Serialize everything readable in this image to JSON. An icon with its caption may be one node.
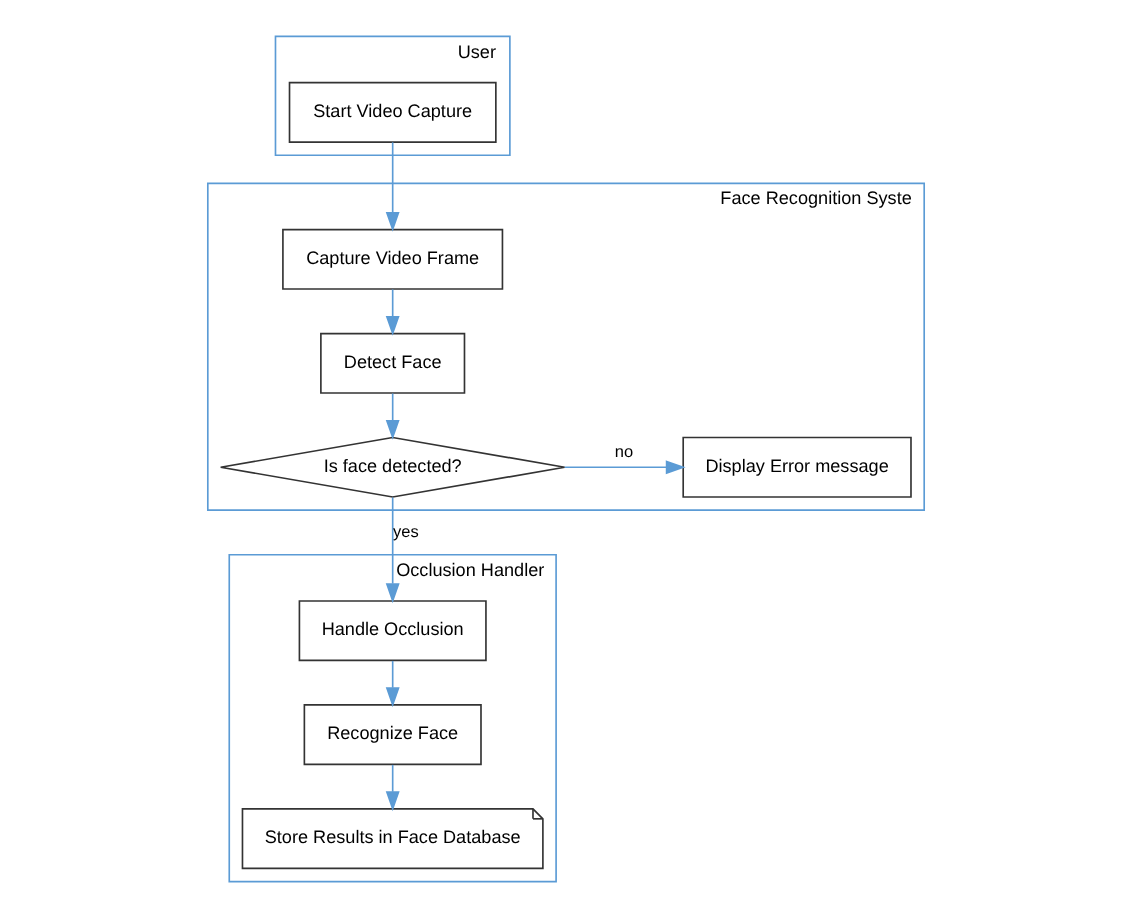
{
  "diagram": {
    "nodes": [
      {
        "text": [
          "User"
        ]
      },
      {
        "text": [
          "Start Video Capture"
        ],
        "in": 0
      },
      {
        "text": [
          "Face Recognition Syste"
        ]
      },
      {
        "text": [
          "Capture Video Frame"
        ],
        "in": 2
      },
      {
        "text": [
          "Detect Face"
        ],
        "in": 2
      },
      {
        "text": [
          "Is face detected?"
        ],
        "in": 2
      },
      {
        "text": [
          "Display Error message"
        ],
        "in": 2
      },
      {
        "text": [
          "Occlusion Handler"
        ]
      },
      {
        "text": [
          "Handle Occlusion"
        ],
        "in": 7
      },
      {
        "text": [
          "Recognize Face"
        ],
        "in": 7
      },
      {
        "text": [
          "Store Results in Face Database"
        ],
        "in": 7
      }
    ],
    "edges": [
      {
        "from": 1,
        "to": 3,
        "arrow": "to"
      },
      {
        "from": 3,
        "to": 4,
        "arrow": "to"
      },
      {
        "from": 4,
        "to": 5,
        "arrow": "to"
      },
      {
        "from": 5,
        "to": 6,
        "arrow": "to",
        "label": "no"
      },
      {
        "from": 5,
        "to": 8,
        "arrow": "to",
        "label": "yes"
      },
      {
        "from": 8,
        "to": 9,
        "arrow": "to"
      },
      {
        "from": 9,
        "to": 10,
        "arrow": "to"
      }
    ]
  }
}
